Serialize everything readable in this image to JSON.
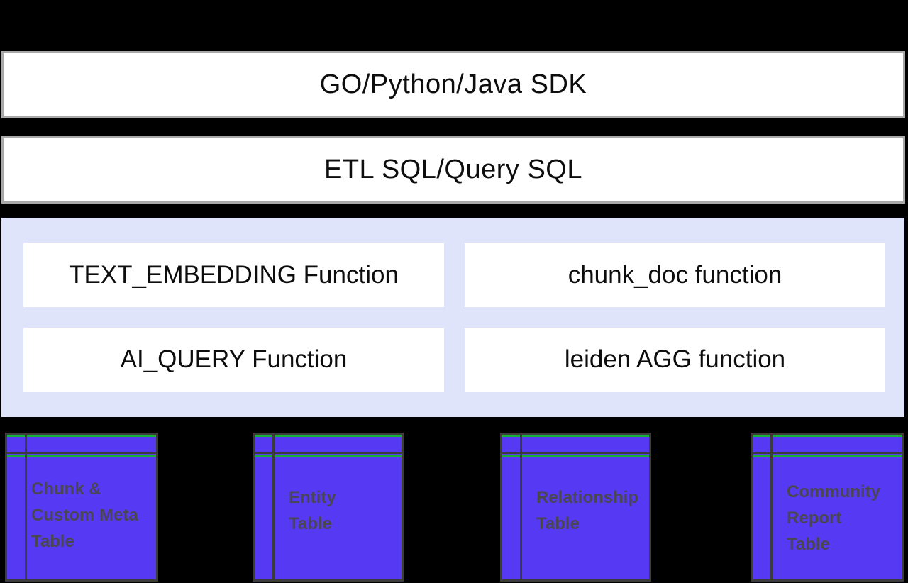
{
  "sdk_bar": {
    "label": "GO/Python/Java SDK"
  },
  "sql_bar": {
    "label": "ETL SQL/Query SQL"
  },
  "functions_panel": {
    "boxes": [
      {
        "label": "TEXT_EMBEDDING Function"
      },
      {
        "label": "chunk_doc function"
      },
      {
        "label": "AI_QUERY Function"
      },
      {
        "label": "leiden AGG function"
      }
    ]
  },
  "tables": [
    {
      "label": "Chunk &\nCustom Meta\nTable"
    },
    {
      "label": "Entity\nTable"
    },
    {
      "label": "Relationship\nTable"
    },
    {
      "label": "Community\nReport\nTable"
    }
  ],
  "colors": {
    "background": "#000000",
    "bar_fill": "#ffffff",
    "bar_border": "#a9a9a9",
    "panel_fill": "#dfe4fa",
    "table_fill": "#5639f2",
    "table_border": "#3c3c3c",
    "table_accent_green": "#17b13a",
    "table_label_text": "#4b4653"
  }
}
